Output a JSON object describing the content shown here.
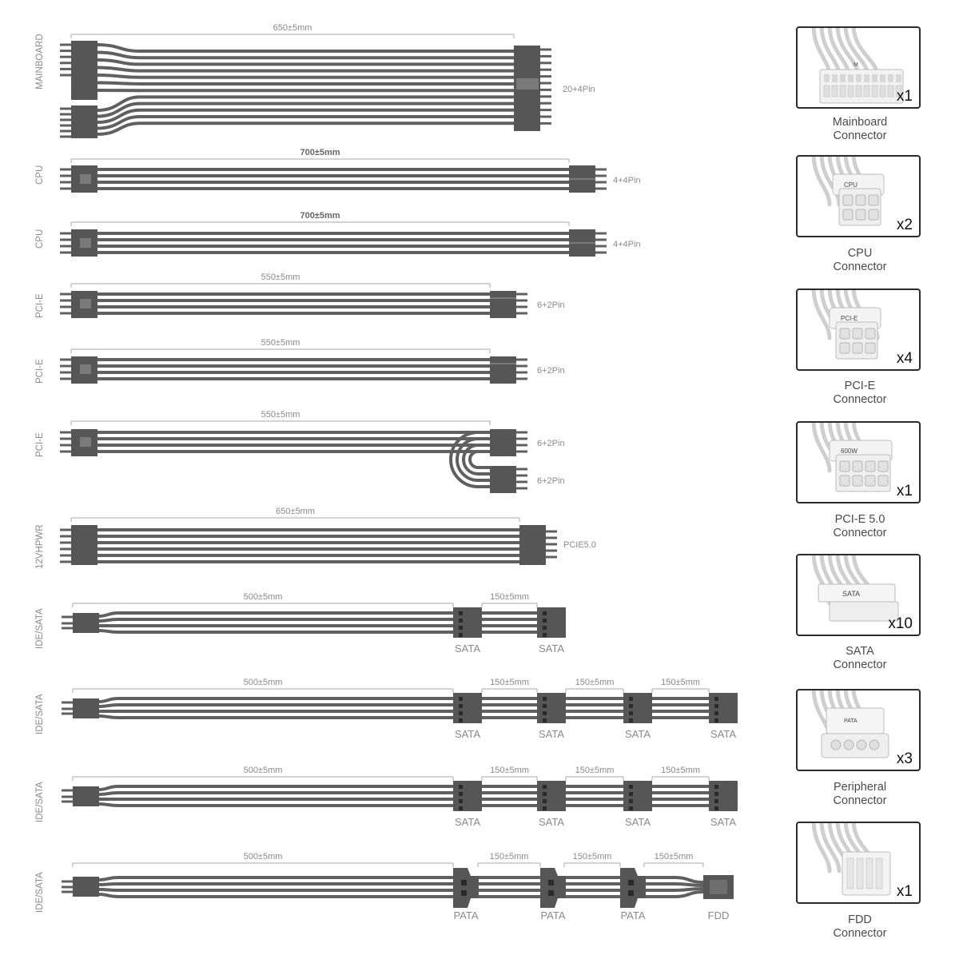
{
  "colors": {
    "cable": "#606060",
    "connector": "#565656",
    "text": "#8a8a8a",
    "dim_line": "#a8a8a8",
    "card_border": "#2b2b2b"
  },
  "cables": [
    {
      "name": "MAINBOARD",
      "length": "650±5mm",
      "pins": "20+4Pin"
    },
    {
      "name": "CPU",
      "length": "700±5mm",
      "pins": "4+4Pin"
    },
    {
      "name": "CPU",
      "length": "700±5mm",
      "pins": "4+4Pin"
    },
    {
      "name": "PCI-E",
      "length": "550±5mm",
      "pins": "6+2Pin"
    },
    {
      "name": "PCI-E",
      "length": "550±5mm",
      "pins": "6+2Pin"
    },
    {
      "name": "PCI-E",
      "length": "550±5mm",
      "pins": "6+2Pin",
      "pins_2": "6+2Pin"
    },
    {
      "name": "12VHPWR",
      "length": "650±5mm",
      "pins": "PCIE5.0"
    },
    {
      "name": "IDE/SATA",
      "length": "500±5mm",
      "segments": [
        "150±5mm"
      ],
      "connectors": [
        "SATA",
        "SATA"
      ]
    },
    {
      "name": "IDE/SATA",
      "length": "500±5mm",
      "segments": [
        "150±5mm",
        "150±5mm",
        "150±5mm"
      ],
      "connectors": [
        "SATA",
        "SATA",
        "SATA",
        "SATA"
      ]
    },
    {
      "name": "IDE/SATA",
      "length": "500±5mm",
      "segments": [
        "150±5mm",
        "150±5mm",
        "150±5mm"
      ],
      "connectors": [
        "SATA",
        "SATA",
        "SATA",
        "SATA"
      ]
    },
    {
      "name": "IDE/SATA",
      "length": "500±5mm",
      "segments": [
        "150±5mm",
        "150±5mm",
        "150±5mm"
      ],
      "connectors": [
        "PATA",
        "PATA",
        "PATA",
        "FDD"
      ]
    }
  ],
  "connector_cards": [
    {
      "icon": "mainboard-connector-icon",
      "quantity": "x1",
      "label": [
        "Mainboard",
        "Connector"
      ],
      "mark": "M"
    },
    {
      "icon": "cpu-connector-icon",
      "quantity": "x2",
      "label": [
        "CPU",
        "Connector"
      ],
      "mark": "CPU"
    },
    {
      "icon": "pcie-connector-icon",
      "quantity": "x4",
      "label": [
        "PCI-E",
        "Connector"
      ],
      "mark": "PCI-E"
    },
    {
      "icon": "pcie5-connector-icon",
      "quantity": "x1",
      "label": [
        "PCI-E 5.0",
        "Connector"
      ],
      "mark": "600W"
    },
    {
      "icon": "sata-connector-icon",
      "quantity": "x10",
      "label": [
        "SATA",
        "Connector"
      ],
      "mark": "SATA"
    },
    {
      "icon": "peripheral-connector-icon",
      "quantity": "x3",
      "label": [
        "Peripheral",
        "Connector"
      ],
      "mark": "PATA"
    },
    {
      "icon": "fdd-connector-icon",
      "quantity": "x1",
      "label": [
        "FDD",
        "Connector"
      ],
      "mark": ""
    }
  ]
}
